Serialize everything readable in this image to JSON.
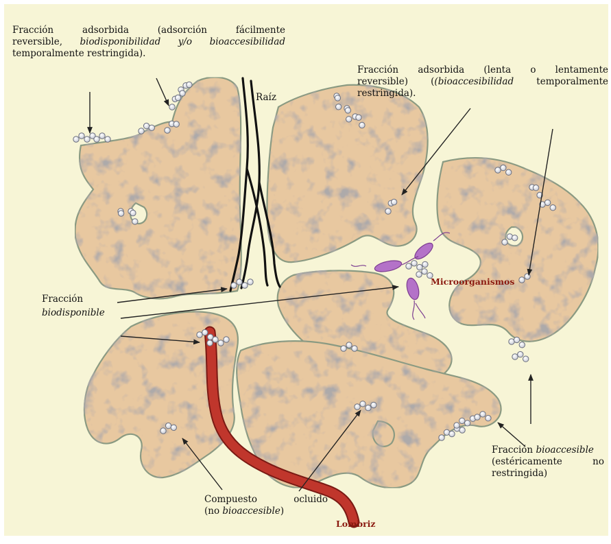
{
  "colors": {
    "background": "#f7f5d6",
    "soil_fill": "#e8c8a0",
    "soil_outline": "#8a9a82",
    "root": "#111111",
    "earthworm": "#c0362c",
    "microorganism": "#b472c8",
    "molecule": "#e8eaf0",
    "label_red": "#8b1a10"
  },
  "labels": {
    "adsorbed_easy": {
      "line1_a": "Fracción",
      "line1_b": "adsorbida",
      "line1_c": "(adsorción",
      "line1_d": "fácilmente",
      "line2_a": "reversible,",
      "line2_b": "biodisponibilidad y/o bioaccesibilidad",
      "line3": "temporalmente restringida)."
    },
    "adsorbed_slow": {
      "line1_a": "Fracción",
      "line1_b": "adsorbida",
      "line1_c": "(lenta",
      "line1_d": "o",
      "line1_e": "lentamente",
      "line2_a": "reversible)",
      "line2_b": "(bioaccesibilidad",
      "line2_c": "temporalmente",
      "line3": "restringida)."
    },
    "root": "Raíz",
    "bioavailable": {
      "line1": "Fracción",
      "line2": "biodisponible"
    },
    "microorganisms": "Microorganismos",
    "bioaccessible": {
      "line1_a": "Fracción",
      "line1_b": "bioaccesible",
      "line2_a": "(estéricamente",
      "line2_b": "no",
      "line3": "restringida)"
    },
    "occluded": {
      "line1_a": "Compuesto",
      "line1_b": "ocluido",
      "line2_a": "(no",
      "line2_b": "bioaccesible",
      "line2_c": ")"
    },
    "earthworm": "Lombriz"
  }
}
